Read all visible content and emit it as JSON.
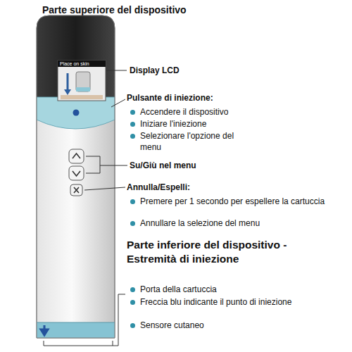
{
  "diagram": {
    "title": "Parte superiore del dispositivo",
    "nodes": [
      {
        "text": [
          "Place on skin"
        ]
      }
    ],
    "labels": [
      "Display LCD",
      "Pulsante di iniezione:",
      "Accendere il dispositivo",
      "Iniziare l'iniezione",
      "Selezionare l'opzione del menu",
      "Su/Giù nel menu",
      "Annulla/Espelli:",
      "Premere per 1 secondo per espellere la cartuccia",
      "Annullare la selezione del menu",
      "Parte inferiore del dispositivo - Estremità di iniezione",
      "Porta della cartuccia",
      "Freccia blu indicante il punto di iniezione",
      "Sensore cutaneo"
    ]
  }
}
